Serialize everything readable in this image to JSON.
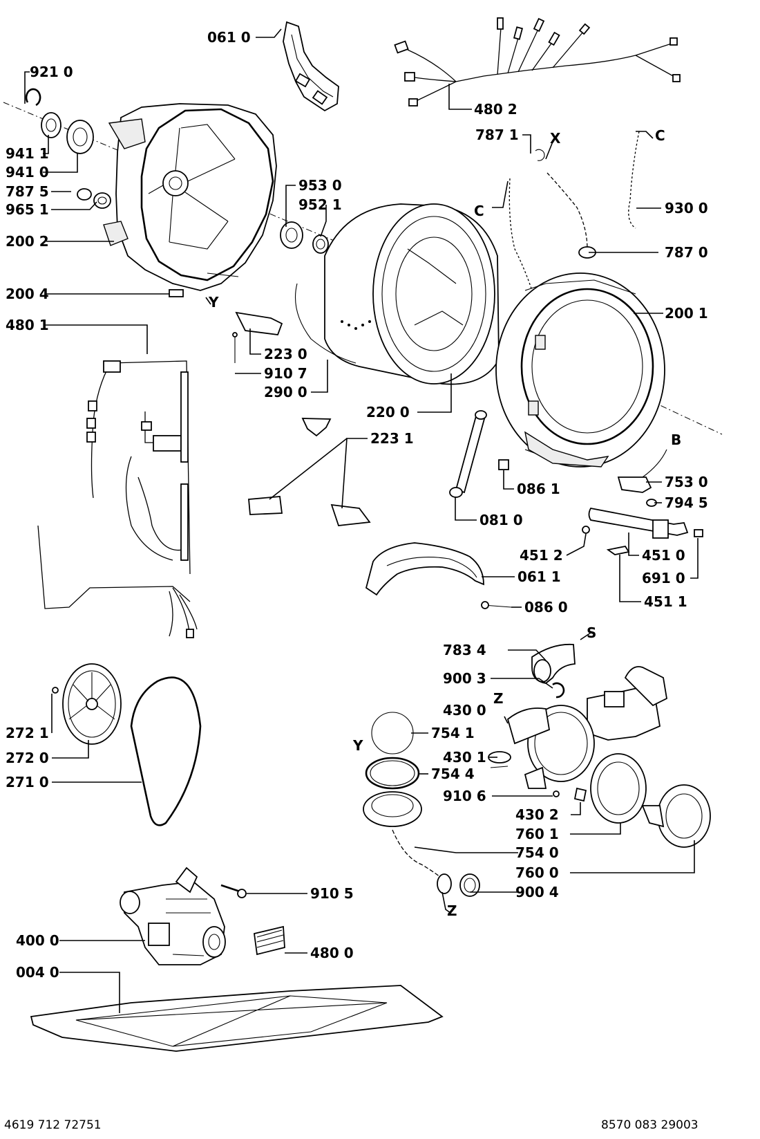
{
  "callouts": [
    {
      "code": "061 0"
    },
    {
      "code": "921 0"
    },
    {
      "code": "480 2"
    },
    {
      "code": "941 1"
    },
    {
      "code": "941 0"
    },
    {
      "code": "787 1"
    },
    {
      "code": "787 5"
    },
    {
      "code": "965 1"
    },
    {
      "code": "953 0"
    },
    {
      "code": "952 1"
    },
    {
      "code": "930 0"
    },
    {
      "code": "200 2"
    },
    {
      "code": "787 0"
    },
    {
      "code": "200 4"
    },
    {
      "code": "480 1"
    },
    {
      "code": "200 1"
    },
    {
      "code": "223 0"
    },
    {
      "code": "910 7"
    },
    {
      "code": "290 0"
    },
    {
      "code": "220 0"
    },
    {
      "code": "223 1"
    },
    {
      "code": "753 0"
    },
    {
      "code": "086 1"
    },
    {
      "code": "794 5"
    },
    {
      "code": "081 0"
    },
    {
      "code": "451 2"
    },
    {
      "code": "451 0"
    },
    {
      "code": "061 1"
    },
    {
      "code": "691 0"
    },
    {
      "code": "451 1"
    },
    {
      "code": "086 0"
    },
    {
      "code": "783 4"
    },
    {
      "code": "900 3"
    },
    {
      "code": "430 0"
    },
    {
      "code": "754 1"
    },
    {
      "code": "430 1"
    },
    {
      "code": "754 4"
    },
    {
      "code": "910 6"
    },
    {
      "code": "430 2"
    },
    {
      "code": "760 1"
    },
    {
      "code": "754 0"
    },
    {
      "code": "760 0"
    },
    {
      "code": "900 4"
    },
    {
      "code": "272 1"
    },
    {
      "code": "272 0"
    },
    {
      "code": "271 0"
    },
    {
      "code": "910 5"
    },
    {
      "code": "400 0"
    },
    {
      "code": "480 0"
    },
    {
      "code": "004 0"
    }
  ],
  "letters": [
    {
      "text": "X"
    },
    {
      "text": "C"
    },
    {
      "text": "C"
    },
    {
      "text": "Y"
    },
    {
      "text": "B"
    },
    {
      "text": "S"
    },
    {
      "text": "Z"
    },
    {
      "text": "Y"
    },
    {
      "text": "Z"
    }
  ],
  "footer": {
    "left_code": "4619 712 72751",
    "right_code": "8570 083 29003"
  }
}
